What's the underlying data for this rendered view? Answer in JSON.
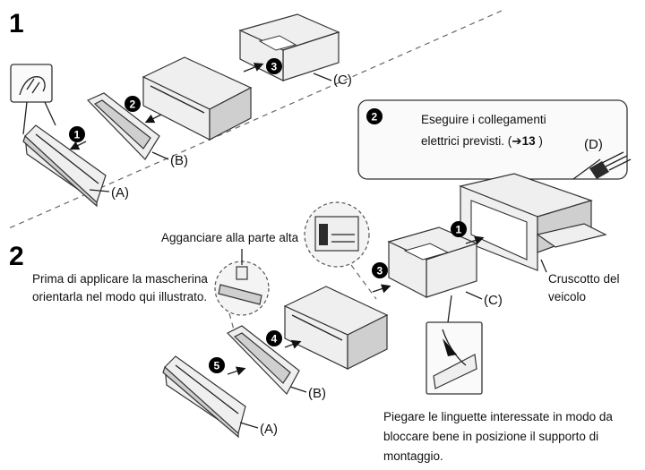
{
  "steps": {
    "one": "1",
    "two": "2"
  },
  "labels": {
    "a_top": "(A)",
    "b_top": "(B)",
    "c_top": "(C)",
    "a_bottom": "(A)",
    "b_bottom": "(B)",
    "c_bottom": "(C)",
    "d": "(D)"
  },
  "markers": {
    "top": [
      "1",
      "2",
      "3"
    ],
    "callout": "2",
    "bottom": [
      "1",
      "3",
      "4",
      "5"
    ]
  },
  "callout": {
    "line1": "Eseguire i collegamenti",
    "line2_text": "elettrici previsti. (",
    "line2_arrow": "➔",
    "line2_ref": "13",
    "line2_end": " )"
  },
  "notes": {
    "hook_top": "Agganciare alla parte alta",
    "panel_line1": "Prima di applicare la mascherina",
    "panel_line2": "orientarla nel modo qui illustrato.",
    "dash_line1": "Cruscotto del",
    "dash_line2": "veicolo",
    "bend_line1": "Piegare le linguette interessate in modo da",
    "bend_line2": "bloccare bene in posizione il supporto di",
    "bend_line3": "montaggio."
  }
}
